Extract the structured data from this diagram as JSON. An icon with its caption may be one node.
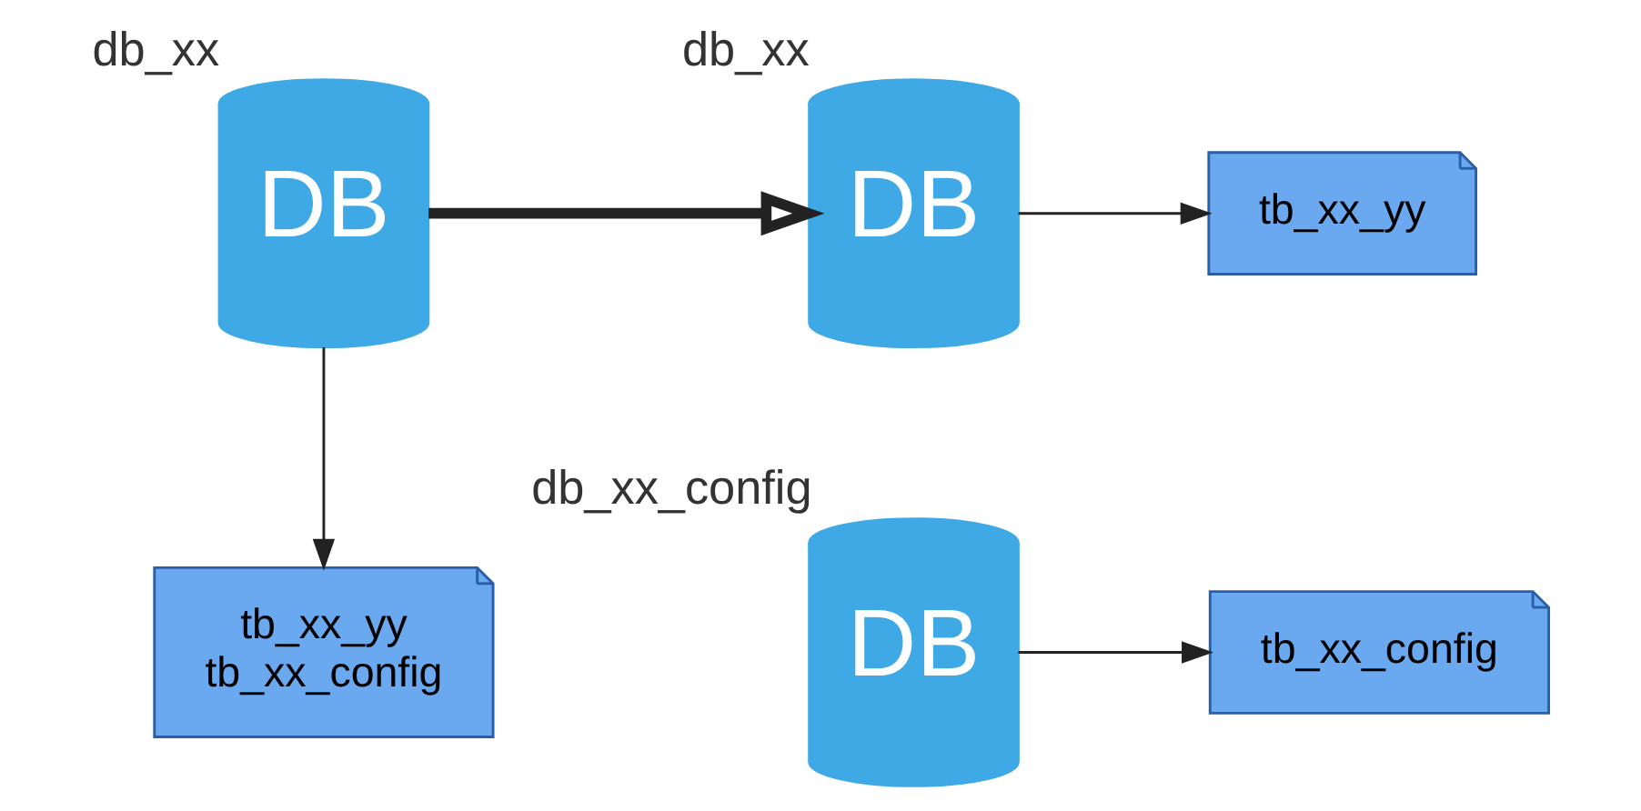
{
  "diagram": {
    "nodes": [
      {
        "text": [
          "DB"
        ],
        "beside": [
          "db_xx"
        ]
      },
      {
        "text": [
          "tb_xx_yy",
          "tb_xx_config"
        ]
      },
      {
        "text": [
          "DB"
        ],
        "beside": [
          "db_xx"
        ]
      },
      {
        "text": [
          "tb_xx_yy"
        ]
      },
      {
        "text": [
          "DB"
        ],
        "beside": [
          "db_xx_config"
        ]
      },
      {
        "text": [
          "tb_xx_config"
        ]
      }
    ],
    "edges": [
      {
        "from": 0,
        "to": 1,
        "arrow": "to"
      },
      {
        "from": 0,
        "to": 2,
        "arrow": "to",
        "style": "thick"
      },
      {
        "from": 2,
        "to": 3,
        "arrow": "to"
      },
      {
        "from": 4,
        "to": 5,
        "arrow": "to"
      }
    ]
  }
}
